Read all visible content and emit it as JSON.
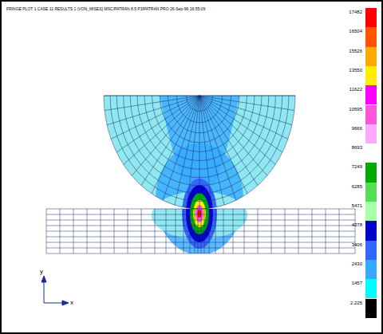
{
  "diagram": {
    "title": "FRINGE PLOT 1 CASE 11 RESULTS 1 (VON_MISES) MSC/PATRAN 8.5 P3/PATRAN PRO 26-Sep-96 16:55:09",
    "labels": [
      "y",
      "x"
    ],
    "legend": [
      {
        "text": "17482",
        "color": "#ff0000"
      },
      {
        "text": "16504",
        "color": "#ff5500"
      },
      {
        "text": "15526",
        "color": "#ffaa00"
      },
      {
        "text": "13550",
        "color": "#ffee00"
      },
      {
        "text": "11622",
        "color": "#ff00ff"
      },
      {
        "text": "10595",
        "color": "#ff55dd"
      },
      {
        "text": "9666",
        "color": "#ffaaff"
      },
      {
        "text": "8693",
        "color": "#ffffff"
      },
      {
        "text": "7249",
        "color": "#00aa00"
      },
      {
        "text": "6285",
        "color": "#55dd55"
      },
      {
        "text": "5471",
        "color": "#aaffaa"
      },
      {
        "text": "4378",
        "color": "#0000cc"
      },
      {
        "text": "3406",
        "color": "#3366ff"
      },
      {
        "text": "2430",
        "color": "#33aaff"
      },
      {
        "text": "1457",
        "color": "#00ffff"
      },
      {
        "text": "2.225",
        "color": "#000000"
      }
    ]
  }
}
